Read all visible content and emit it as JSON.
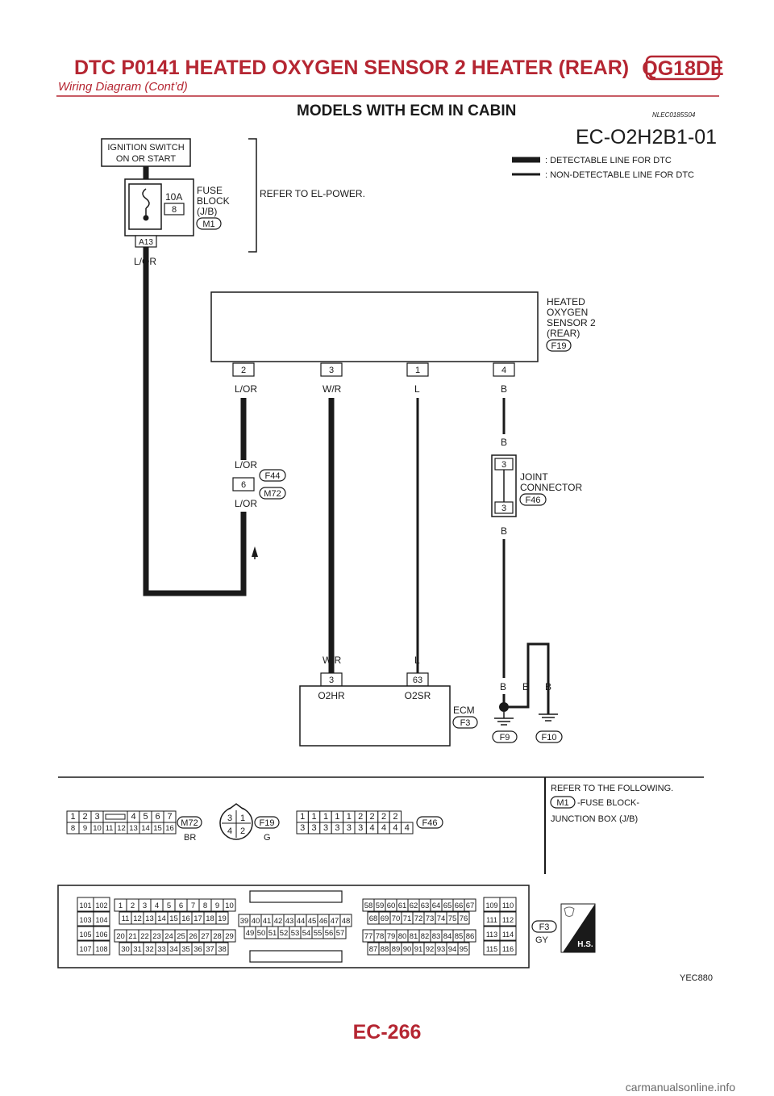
{
  "header": {
    "title": "DTC P0141 HEATED OXYGEN SENSOR 2 HEATER (REAR)",
    "engine_badge": "QG18DE",
    "subtitle": "Wiring Diagram (Cont’d)"
  },
  "section": {
    "title": "MODELS WITH ECM IN CABIN",
    "ref_code": "NLEC0185S04",
    "diagram_code": "EC-O2H2B1-01"
  },
  "legend": {
    "detectable": ": DETECTABLE LINE FOR DTC",
    "non_detectable": ": NON-DETECTABLE LINE FOR DTC"
  },
  "ignition": {
    "line1": "IGNITION SWITCH",
    "line2": "ON OR START"
  },
  "fuse": {
    "amps": "10A",
    "number": "8",
    "label1": "FUSE",
    "label2": "BLOCK",
    "label3": "(J/B)",
    "connector": "M1",
    "terminal": "A13",
    "refer": "REFER TO EL-POWER."
  },
  "wires": {
    "lor": "L/OR",
    "wr": "W/R",
    "l": "L",
    "b": "B"
  },
  "sensor": {
    "line1": "HEATED",
    "line2": "OXYGEN",
    "line3": "SENSOR 2",
    "line4": "(REAR)",
    "connector": "F19",
    "pins": [
      "2",
      "3",
      "1",
      "4"
    ]
  },
  "joint_f44": {
    "pin": "6",
    "connector_a": "F44",
    "connector_b": "M72"
  },
  "joint_connector": {
    "line1": "JOINT",
    "line2": "CONNECTOR",
    "connector": "F46",
    "pin": "3"
  },
  "ecm": {
    "label": "ECM",
    "connector": "F3",
    "pin1": "3",
    "pin1_name": "O2HR",
    "pin2": "63",
    "pin2_name": "O2SR",
    "ground1": "F9",
    "ground2": "F10"
  },
  "connectors": {
    "m72_row1": [
      "1",
      "2",
      "3",
      "",
      "4",
      "5",
      "6",
      "7"
    ],
    "m72_row2": [
      "8",
      "9",
      "10",
      "11",
      "12",
      "13",
      "14",
      "15",
      "16"
    ],
    "m72_id": "M72",
    "m72_color": "BR",
    "f19_pins": [
      "3",
      "1",
      "4",
      "2"
    ],
    "f19_id": "F19",
    "f19_color": "G",
    "f46_row1": [
      "1",
      "1",
      "1",
      "1",
      "1",
      "2",
      "2",
      "2",
      "2"
    ],
    "f46_row2": [
      "3",
      "3",
      "3",
      "3",
      "3",
      "3",
      "4",
      "4",
      "4",
      "4"
    ],
    "f46_id": "F46",
    "refer_title": "REFER TO THE FOLLOWING.",
    "refer_id": "M1",
    "refer_text1": "-FUSE BLOCK-",
    "refer_text2": "JUNCTION BOX (J/B)",
    "ecm_id": "F3",
    "ecm_color": "GY",
    "ecm_left_col": [
      "101",
      "102",
      "103",
      "104",
      "105",
      "106",
      "107",
      "108"
    ],
    "ecm_row_a": [
      "1",
      "2",
      "3",
      "4",
      "5",
      "6",
      "7",
      "8",
      "9",
      "10"
    ],
    "ecm_row_b": [
      "11",
      "12",
      "13",
      "14",
      "15",
      "16",
      "17",
      "18",
      "19"
    ],
    "ecm_row_c": [
      "20",
      "21",
      "22",
      "23",
      "24",
      "25",
      "26",
      "27",
      "28",
      "29"
    ],
    "ecm_row_d": [
      "30",
      "31",
      "32",
      "33",
      "34",
      "35",
      "36",
      "37",
      "38"
    ],
    "ecm_mid_a": [
      "39",
      "40",
      "41",
      "42",
      "43",
      "44",
      "45",
      "46",
      "47",
      "48"
    ],
    "ecm_mid_b": [
      "49",
      "50",
      "51",
      "52",
      "53",
      "54",
      "55",
      "56",
      "57"
    ],
    "ecm_r_a": [
      "58",
      "59",
      "60",
      "61",
      "62",
      "63",
      "64",
      "65",
      "66",
      "67"
    ],
    "ecm_r_b": [
      "68",
      "69",
      "70",
      "71",
      "72",
      "73",
      "74",
      "75",
      "76"
    ],
    "ecm_r_c": [
      "77",
      "78",
      "79",
      "80",
      "81",
      "82",
      "83",
      "84",
      "85",
      "86"
    ],
    "ecm_r_d": [
      "87",
      "88",
      "89",
      "90",
      "91",
      "92",
      "93",
      "94",
      "95"
    ],
    "ecm_right_col": [
      "109",
      "110",
      "111",
      "112",
      "113",
      "114",
      "115",
      "116"
    ],
    "hs_label": "H.S."
  },
  "figure_code": "YEC880",
  "page_number": "EC-266",
  "watermark": "carmanualsonline.info"
}
